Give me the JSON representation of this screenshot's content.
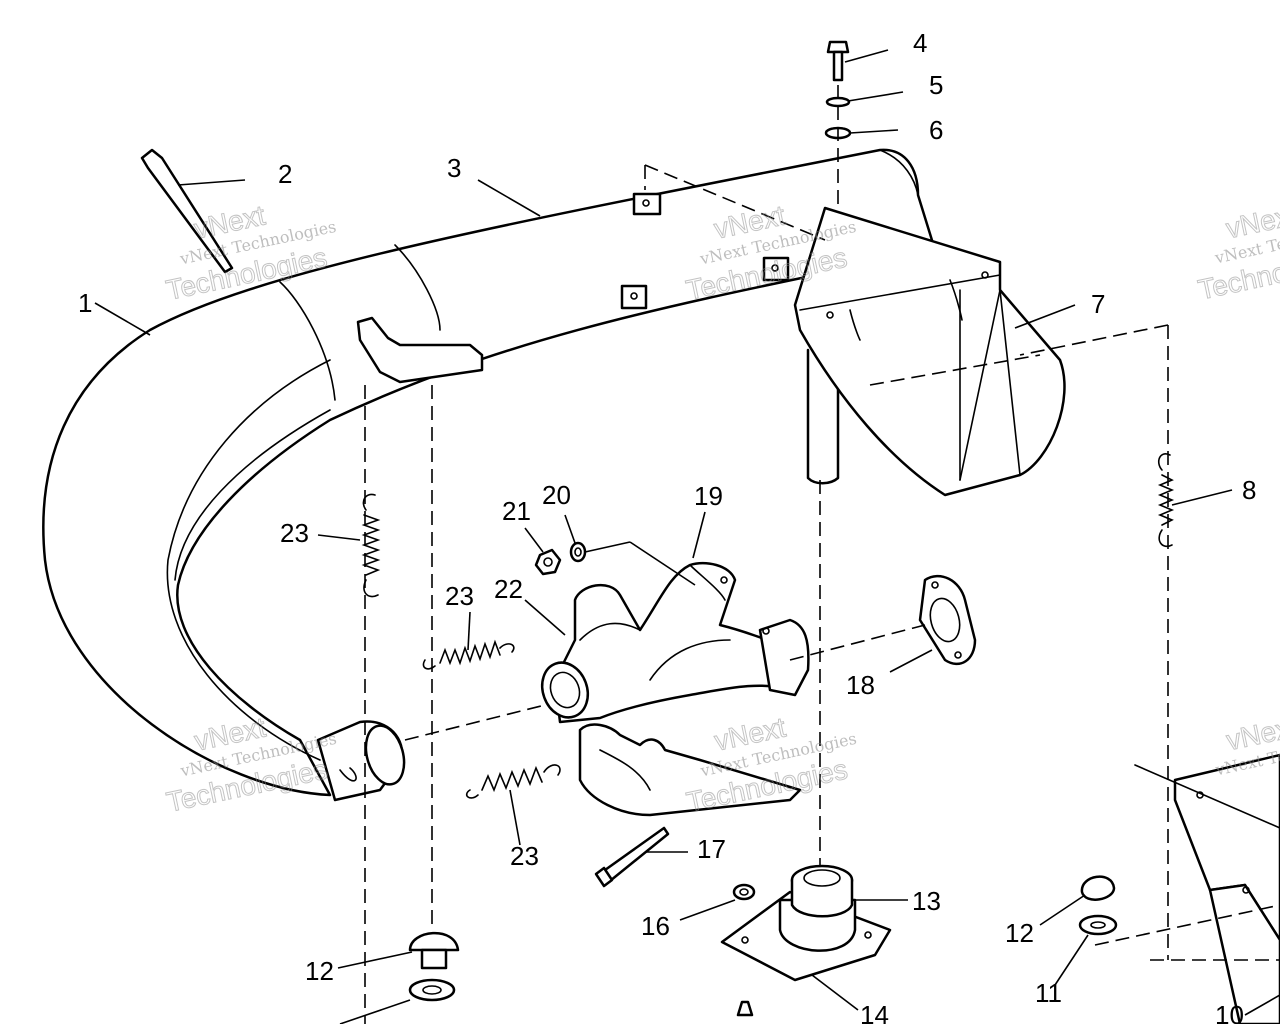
{
  "watermark": {
    "brand": "vNext Technologies",
    "top": "vNext",
    "bottom": "Technologies"
  },
  "callouts": {
    "c1": "1",
    "c2": "2",
    "c3": "3",
    "c4": "4",
    "c5": "5",
    "c6": "6",
    "c7": "7",
    "c8": "8",
    "c10": "10",
    "c11": "11",
    "c12a": "12",
    "c12b": "12",
    "c13": "13",
    "c14": "14",
    "c16": "16",
    "c17": "17",
    "c18": "18",
    "c19": "19",
    "c20": "20",
    "c21": "21",
    "c22": "22",
    "c23a": "23",
    "c23b": "23",
    "c23c": "23"
  }
}
